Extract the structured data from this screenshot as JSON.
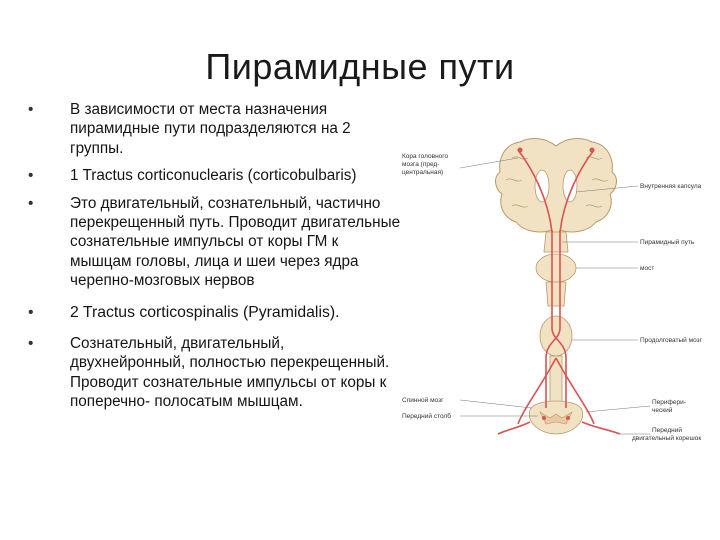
{
  "slide": {
    "title": "Пирамидные пути",
    "bullet_symbol": "•",
    "bullets": [
      "В зависимости от места назначения пирамидные пути подразделяются на 2 группы.",
      "1 Tractus corticonuclearis (corticobulbaris)",
      "Это двигательный, сознательный, частично перекрещенный путь. Проводит двигательные сознательные импульсы от коры ГМ к мышцам головы, лица и шеи через ядра черепно-мозговых нервов",
      "2 Tractus corticospinalis (Pyramidalis).",
      "Сознательный, двигательный, двухнейронный, полностью перекрещенный. Проводит сознательные импульсы от коры к поперечно- полосатым мышцам."
    ]
  },
  "figure": {
    "labels": {
      "cortex": [
        "Кора головного",
        "мозга (пред-",
        "центральная)"
      ],
      "internal_capsule": "Внутренняя капсула",
      "pyramidal_path": "Пирамидный путь",
      "pons": "мост",
      "medulla": "Продолговатый мозг",
      "spinal_cord": "Спинной мозг",
      "anterior_column": "Передний столб",
      "peripheral": [
        "Перифери-",
        "ческий"
      ],
      "anterior_root": [
        "Передний",
        "двигательный корешок"
      ]
    },
    "colors": {
      "tract": "#d9534f",
      "tissue": "#f2e2c4",
      "tissue_outline": "#b79a6a",
      "leader": "#777777"
    }
  }
}
